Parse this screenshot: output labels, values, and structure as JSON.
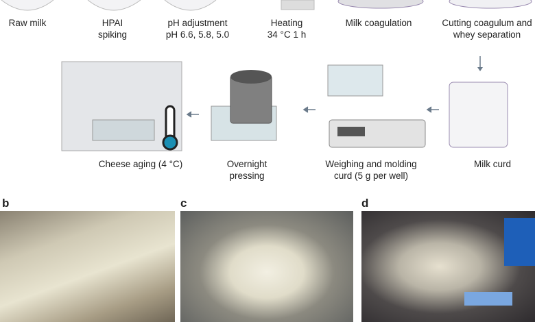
{
  "top_steps": [
    {
      "l1": "Raw milk",
      "l2": ""
    },
    {
      "l1": "HPAI",
      "l2": "spiking"
    },
    {
      "l1": "pH adjustment",
      "l2": "pH 6.6, 5.8, 5.0"
    },
    {
      "l1": "Heating",
      "l2": "34 °C 1 h"
    },
    {
      "l1": "Milk coagulation",
      "l2": ""
    },
    {
      "l1": "Cutting coagulum and",
      "l2": "whey separation"
    }
  ],
  "bottom_steps": [
    {
      "l1": "Cheese aging (4 °C)",
      "l2": ""
    },
    {
      "l1": "Overnight",
      "l2": "pressing"
    },
    {
      "l1": "Weighing and molding",
      "l2": "curd (5 g per well)"
    },
    {
      "l1": "Milk curd",
      "l2": ""
    }
  ],
  "panels": {
    "b": "b",
    "c": "c",
    "d": "d"
  }
}
